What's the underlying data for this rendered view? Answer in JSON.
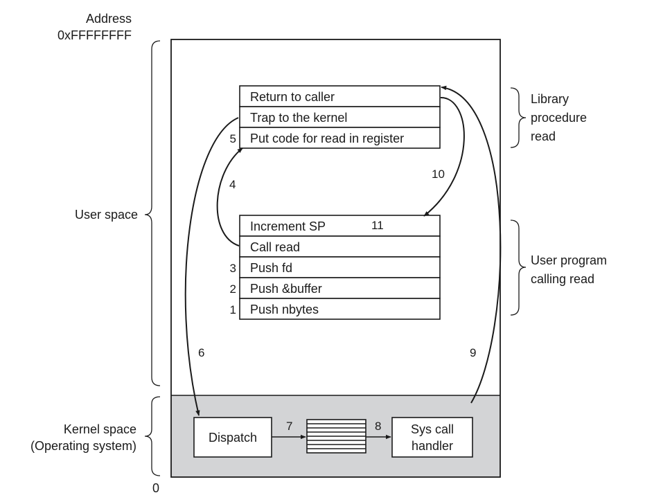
{
  "address_top": {
    "line1": "Address",
    "line2": "0xFFFFFFFF"
  },
  "address_bottom": "0",
  "regions": {
    "user_space": "User space",
    "kernel_space_line1": "Kernel space",
    "kernel_space_line2": "(Operating system)"
  },
  "library_block": {
    "rows": [
      "Return to caller",
      "Trap to the kernel",
      "Put code for read in register"
    ],
    "label_lines": [
      "Library",
      "procedure",
      "read"
    ]
  },
  "user_block": {
    "rows": [
      "Increment SP",
      "Call read",
      "Push fd",
      "Push &buffer",
      "Push nbytes"
    ],
    "label_lines": [
      "User program",
      "calling read"
    ]
  },
  "kernel_boxes": {
    "dispatch": "Dispatch",
    "handler_line1": "Sys call",
    "handler_line2": "handler"
  },
  "steps": {
    "s1": "1",
    "s2": "2",
    "s3": "3",
    "s4": "4",
    "s5": "5",
    "s6": "6",
    "s7": "7",
    "s8": "8",
    "s9": "9",
    "s10": "10",
    "s11": "11"
  },
  "colors": {
    "kernel_fill": "#d3d4d6",
    "ink": "#1a1a1a"
  }
}
